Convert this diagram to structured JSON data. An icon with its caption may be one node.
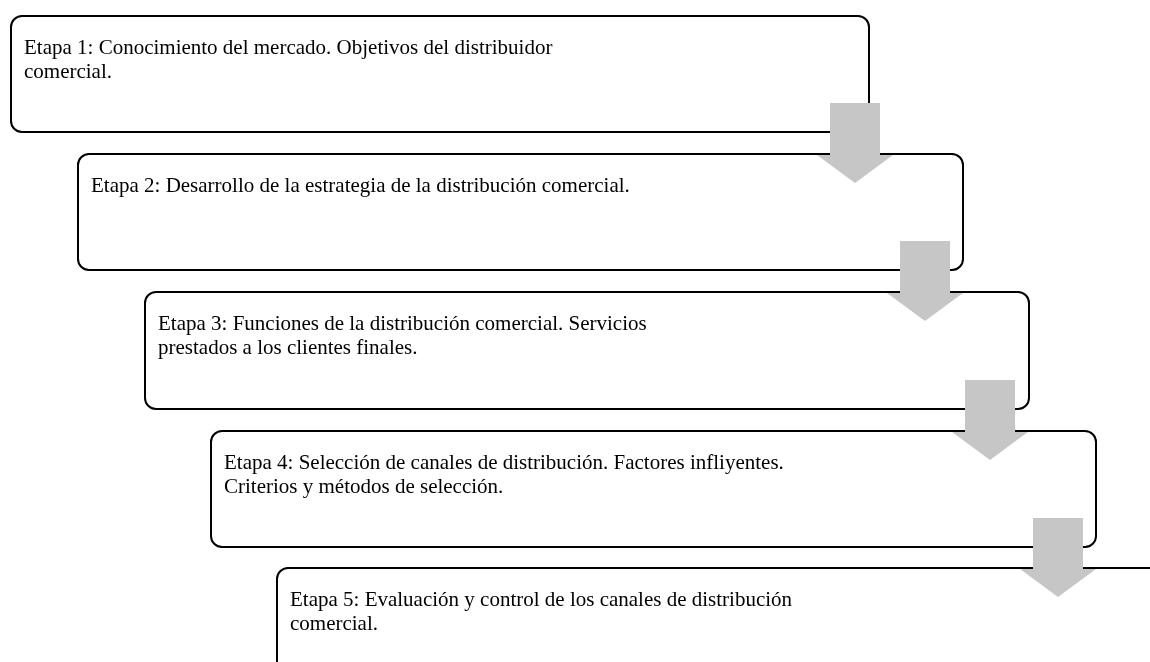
{
  "diagram": {
    "nodes": [
      {
        "text": [
          "Etapa 1: Conocimiento del mercado. Objetivos del distribuidor comercial."
        ]
      },
      {
        "text": [
          "Etapa 2: Desarrollo de la estrategia de la distribución comercial."
        ]
      },
      {
        "text": [
          "Etapa 3: Funciones de la distribución comercial. Servicios prestados a los clientes finales."
        ]
      },
      {
        "text": [
          "Etapa 4: Selección de canales de distribución. Factores infliyentes. Criterios y métodos de selección."
        ]
      },
      {
        "text": [
          "Etapa 5: Evaluación y control de los canales de distribución comercial."
        ]
      }
    ],
    "edges": [
      {
        "from": 0,
        "to": 1,
        "arrow": "to"
      },
      {
        "from": 1,
        "to": 2,
        "arrow": "to"
      },
      {
        "from": 2,
        "to": 3,
        "arrow": "to"
      },
      {
        "from": 3,
        "to": 4,
        "arrow": "to"
      }
    ]
  }
}
